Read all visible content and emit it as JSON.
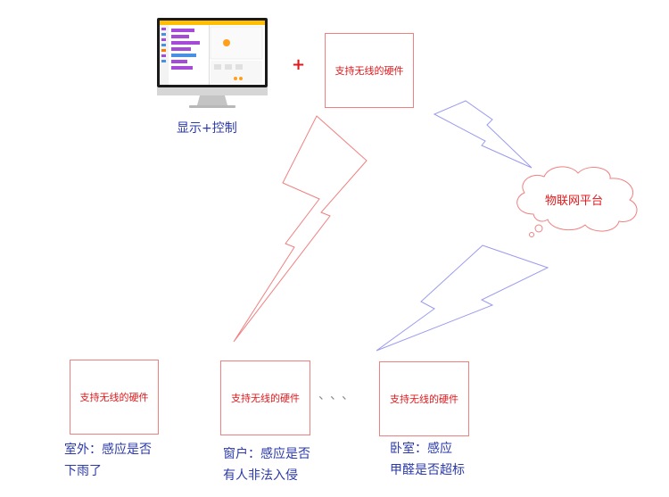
{
  "computer": {
    "caption": "显示+控制"
  },
  "plus_sign": "+",
  "hardware_label": "支持无线的硬件",
  "cloud": {
    "label": "物联网平台"
  },
  "ellipsis": "、、、",
  "devices": [
    {
      "label": "支持无线的硬件",
      "caption_line1": "室外：感应是否",
      "caption_line2": "下雨了"
    },
    {
      "label": "支持无线的硬件",
      "caption_line1": "窗户：感应是否",
      "caption_line2": "有人非法入侵"
    },
    {
      "label": "支持无线的硬件",
      "caption_line1": "卧室：感应",
      "caption_line2": "甲醛是否超标"
    }
  ],
  "colors": {
    "red": "#e0191c",
    "box_border": "#f08080",
    "blue": "#2b3aa8",
    "blue_bolt": "#9b9bf0"
  }
}
